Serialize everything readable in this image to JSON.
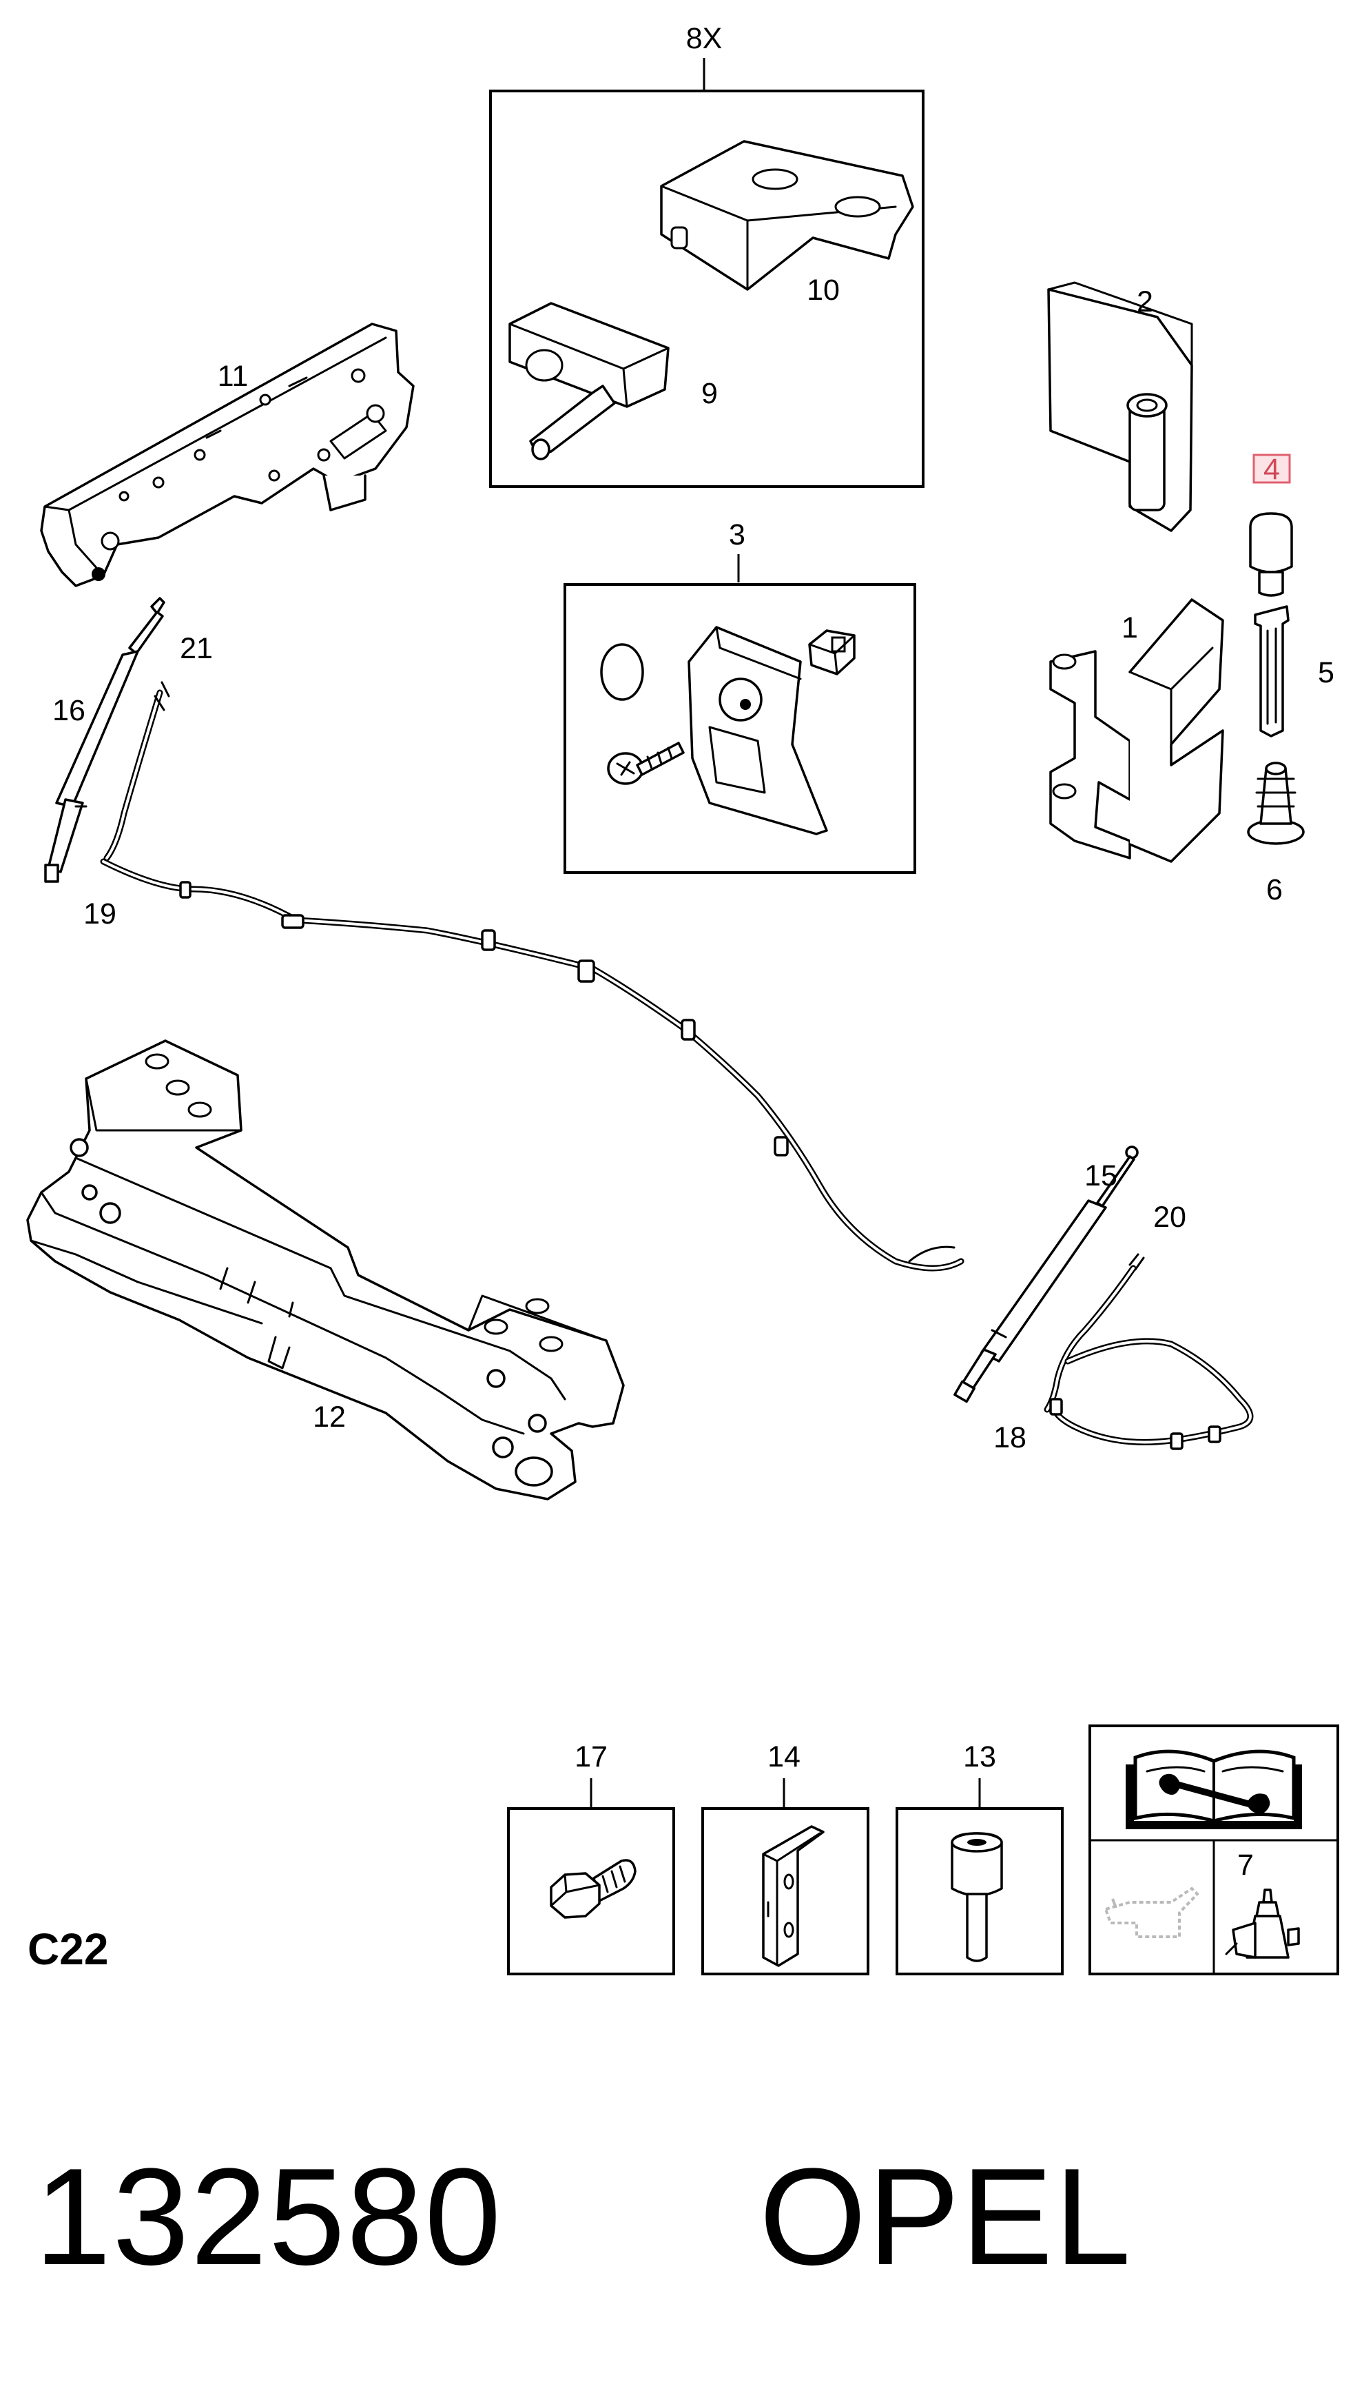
{
  "section_code": "C22",
  "footer": {
    "part_number": "132580",
    "brand": "OPEL"
  },
  "callouts": {
    "c8x": "8X",
    "c10": "10",
    "c9": "9",
    "c3": "3",
    "c2": "2",
    "c1": "1",
    "c4": "4",
    "c5": "5",
    "c6": "6",
    "c11": "11",
    "c16": "16",
    "c21": "21",
    "c19": "19",
    "c12": "12",
    "c15": "15",
    "c20": "20",
    "c18": "18",
    "c17": "17",
    "c14": "14",
    "c13": "13",
    "c7": "7"
  },
  "highlight": {
    "callout": "4",
    "color": "#e06070",
    "fill": "#fbe3e6"
  },
  "icons": [
    "manual-book-wrench-icon",
    "oil-can-icon",
    "adhesive-tube-icon"
  ]
}
